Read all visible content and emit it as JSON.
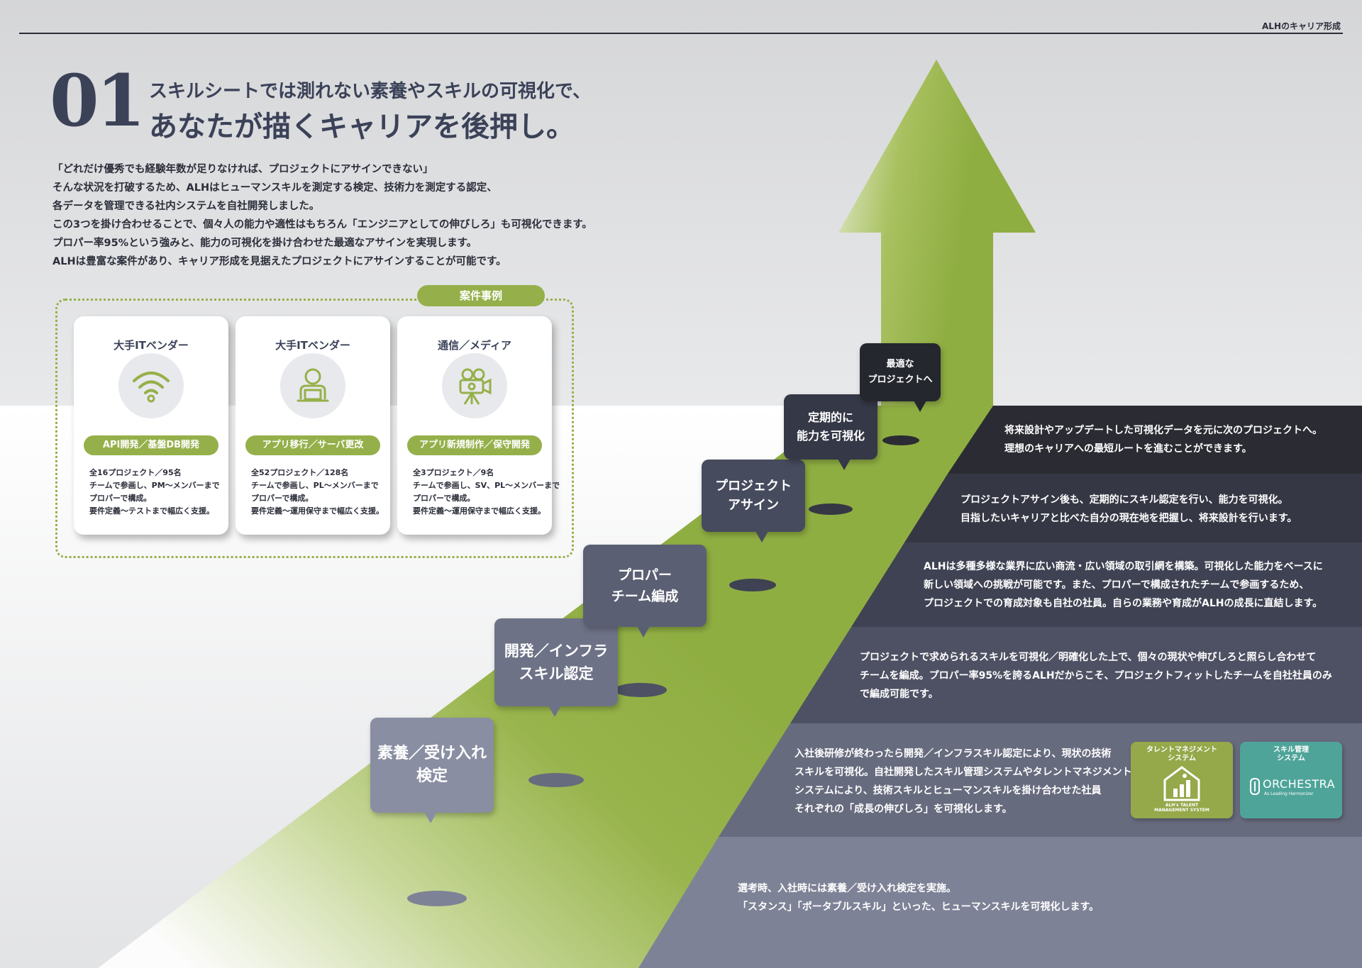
{
  "header": {
    "label": "ALHのキャリア形成"
  },
  "hero": {
    "number": "01",
    "line1": "スキルシートでは測れない素養やスキルの可視化で、",
    "line2": "あなたが描くキャリアを後押し。"
  },
  "intro": [
    "「どれだけ優秀でも経験年数が足りなければ、プロジェクトにアサインできない」",
    "そんな状況を打破するため、ALHはヒューマンスキルを測定する検定、技術力を測定する認定、",
    "各データを管理できる社内システムを自社開発しました。",
    "この3つを掛け合わせることで、個々人の能力や適性はもちろん「エンジニアとしての伸びしろ」も可視化できます。",
    "プロパー率95%という強みと、能力の可視化を掛け合わせた最適なアサインを実現します。",
    "ALHは豊富な案件があり、キャリア形成を見据えたプロジェクトにアサインすることが可能です。"
  ],
  "cases": {
    "title": "案件事例",
    "items": [
      {
        "category": "大手ITベンダー",
        "icon": "wifi-icon",
        "tag": "API開発／基盤DB開発",
        "desc": [
          "全16プロジェクト／95名",
          "チームで参画し、PM〜メンバーまで",
          "プロパーで構成。",
          "要件定義〜テストまで幅広く支援。"
        ]
      },
      {
        "category": "大手ITベンダー",
        "icon": "person-laptop-icon",
        "tag": "アプリ移行／サーバ更改",
        "desc": [
          "全52プロジェクト／128名",
          "チームで参画し、PL〜メンバーまで",
          "プロパーで構成。",
          "要件定義〜運用保守まで幅広く支援。"
        ]
      },
      {
        "category": "通信／メディア",
        "icon": "video-camera-icon",
        "tag": "アプリ新規制作／保守開発",
        "desc": [
          "全3プロジェクト／9名",
          "チームで参画し、SV、PL〜メンバーまで",
          "プロパーで構成。",
          "要件定義〜運用保守まで幅広く支援。"
        ]
      }
    ]
  },
  "steps": [
    {
      "lines": [
        "素養／受け入れ",
        "検定"
      ],
      "color": "#8a8ea2"
    },
    {
      "lines": [
        "開発／インフラ",
        "スキル認定"
      ],
      "color": "#6e7286"
    },
    {
      "lines": [
        "プロパー",
        "チーム編成"
      ],
      "color": "#5b5f73"
    },
    {
      "lines": [
        "プロジェクト",
        "アサイン"
      ],
      "color": "#474b5e"
    },
    {
      "lines": [
        "定期的に",
        "能力を可視化"
      ],
      "color": "#353846"
    },
    {
      "lines": [
        "最適な",
        "プロジェクトへ"
      ],
      "color": "#25272f"
    }
  ],
  "bands": [
    {
      "color": "#2b2c33",
      "lines": [
        "将来設計やアップデートした可視化データを元に次のプロジェクトへ。",
        "理想のキャリアへの最短ルートを進むことができます。"
      ]
    },
    {
      "color": "#353744",
      "lines": [
        "プロジェクトアサイン後も、定期的にスキル認定を行い、能力を可視化。",
        "目指したいキャリアと比べた自分の現在地を把握し、将来設計を行います。"
      ]
    },
    {
      "color": "#3f4252",
      "lines": [
        "ALHは多種多様な業界に広い商流・広い領域の取引網を構築。可視化した能力をベースに",
        "新しい領域への挑戦が可能です。また、プロパーで構成されたチームで参画するため、",
        "プロジェクトでの育成対象も自社の社員。自らの業務や育成がALHの成長に直結します。"
      ]
    },
    {
      "color": "#4e5163",
      "lines": [
        "プロジェクトで求められるスキルを可視化／明確化した上で、個々の現状や伸びしろと照らし合わせて",
        "チームを編成。プロパー率95%を誇るALHだからこそ、プロジェクトフィットしたチームを自社社員のみ",
        "で編成可能です。"
      ]
    },
    {
      "color": "#676b7e",
      "lines": [
        "入社後研修が終わったら開発／インフラスキル認定により、現状の技術",
        "スキルを可視化。自社開発したスキル管理システムやタレントマネジメント",
        "システムにより、技術スキルとヒューマンスキルを掛け合わせた社員",
        "それぞれの「成長の伸びしろ」を可視化します。"
      ]
    },
    {
      "color": "#7e8296",
      "lines": [
        "選考時、入社時には素養／受け入れ検定を実施。",
        "「スタンス」「ポータブルスキル」といった、ヒューマンスキルを可視化します。"
      ]
    }
  ],
  "logos": {
    "talent": {
      "title_lines": [
        "タレントマネジメント",
        "システム"
      ],
      "caption_lines": [
        "ALH's TALENT",
        "MANAGEMENT SYSTEM"
      ],
      "color": "#95a84a",
      "icon": "house-chart-icon"
    },
    "skill": {
      "title_lines": [
        "スキル管理",
        "システム"
      ],
      "brand": "ORCHESTRA",
      "tagline": "As Leading Harmonizer",
      "color": "#4fa49a",
      "icon": "orchestra-logo-icon"
    }
  }
}
